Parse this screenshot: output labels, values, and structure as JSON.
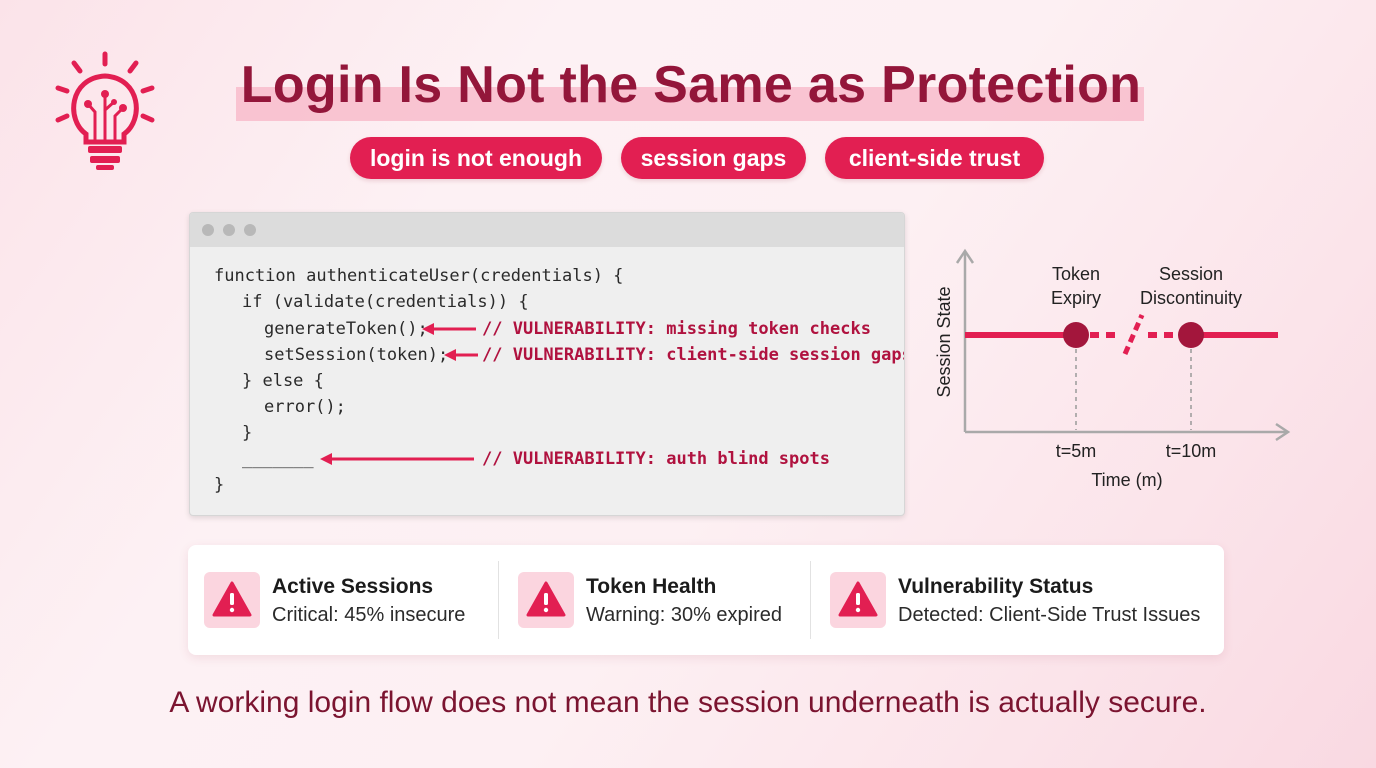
{
  "title": "Login Is Not the Same as Protection",
  "tags": [
    "login is not enough",
    "session gaps",
    "client-side trust"
  ],
  "code": {
    "lines": [
      "function authenticateUser(credentials) {",
      "if (validate(credentials)) {",
      "generateToken();",
      "setSession(token);",
      "} else {",
      "error();",
      "}",
      "_______",
      "}"
    ],
    "annotations": [
      "// VULNERABILITY: missing token checks",
      "// VULNERABILITY: client-side session gaps",
      "// VULNERABILITY: auth blind spots"
    ]
  },
  "chart": {
    "ylabel": "Session State",
    "xlabel": "Time (m)",
    "events": [
      {
        "label_line1": "Token",
        "label_line2": "Expiry",
        "tick": "t=5m"
      },
      {
        "label_line1": "Session",
        "label_line2": "Discontinuity",
        "tick": "t=10m"
      }
    ]
  },
  "status": [
    {
      "title": "Active Sessions",
      "detail": "Critical: 45% insecure"
    },
    {
      "title": "Token Health",
      "detail": "Warning: 30% expired"
    },
    {
      "title": "Vulnerability Status",
      "detail": "Detected: Client-Side Trust Issues"
    }
  ],
  "footer": "A working login flow does not mean the session underneath is actually secure.",
  "colors": {
    "accent": "#e21f52",
    "title": "#93163a",
    "dot": "#a3163c"
  },
  "icons": [
    "lightbulb-circuit-icon",
    "warning-triangle-icon"
  ]
}
